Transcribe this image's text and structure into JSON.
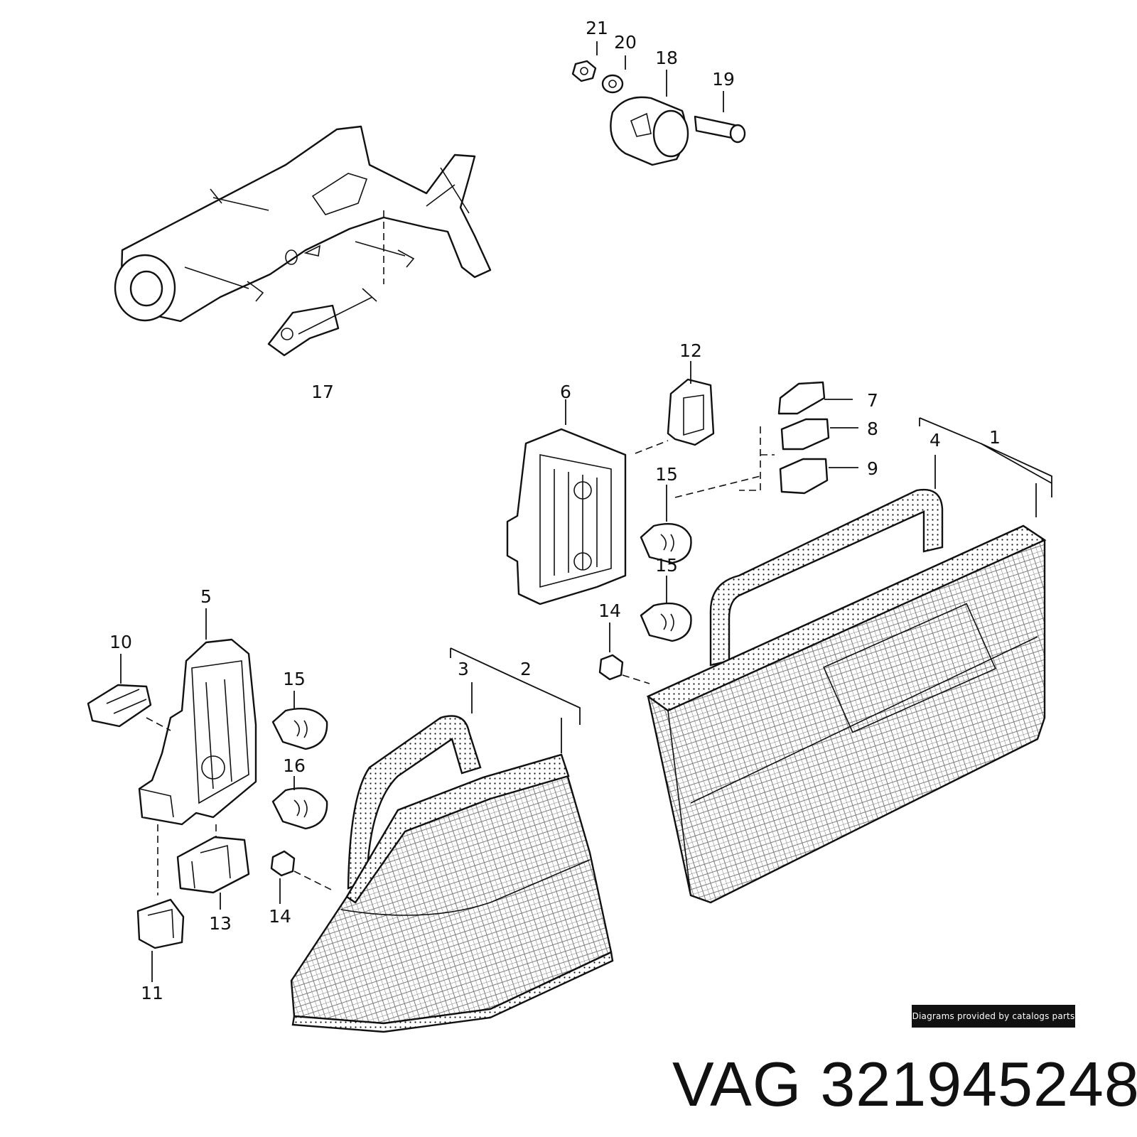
{
  "diagram": {
    "callouts": {
      "c1": "1",
      "c2": "2",
      "c3": "3",
      "c4": "4",
      "c5": "5",
      "c6": "6",
      "c7": "7",
      "c8": "8",
      "c9": "9",
      "c10": "10",
      "c11": "11",
      "c12": "12",
      "c13": "13",
      "c14a": "14",
      "c14b": "14",
      "c15a": "15",
      "c15b": "15",
      "c15c": "15",
      "c16": "16",
      "c17": "17",
      "c18": "18",
      "c19": "19",
      "c20": "20",
      "c21": "21"
    }
  },
  "watermark": "Diagrams provided by catalogs parts",
  "part_title": {
    "brand": "VAG",
    "number": "321945248"
  }
}
